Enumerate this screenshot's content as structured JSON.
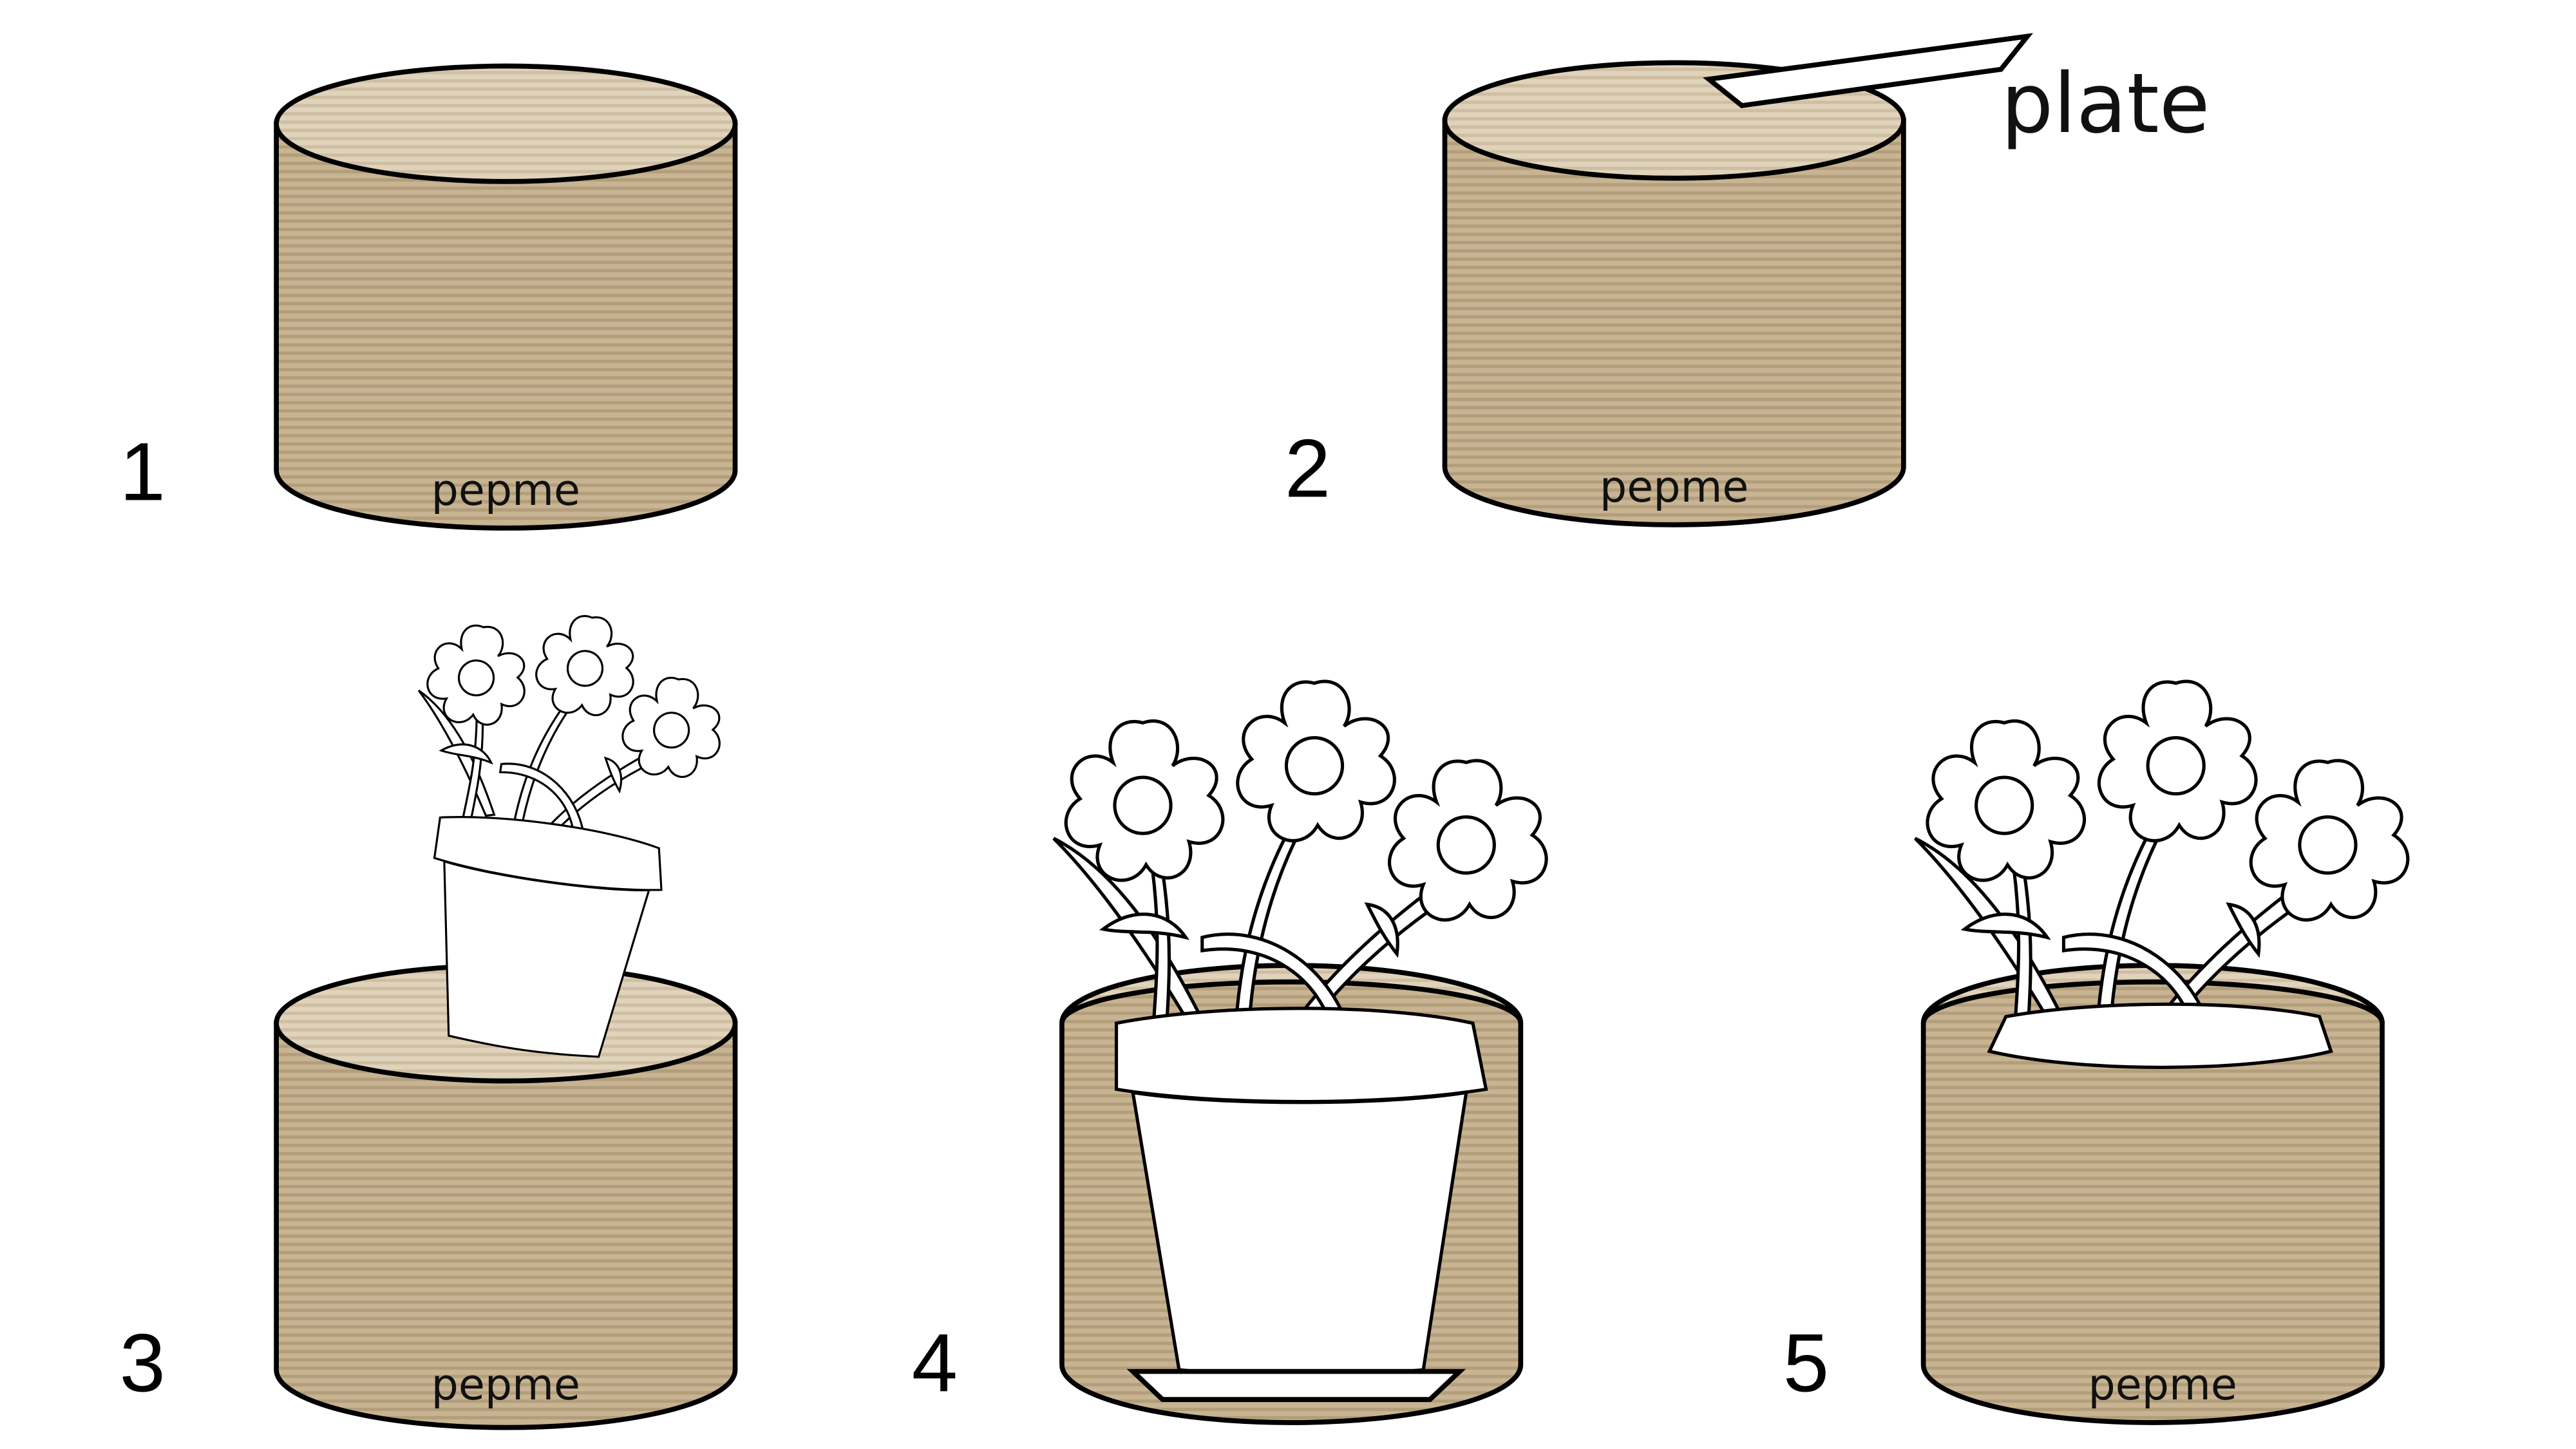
{
  "steps": [
    {
      "number": "1",
      "label": "pepme"
    },
    {
      "number": "2",
      "label": "pepme",
      "callout": "plate"
    },
    {
      "number": "3",
      "label": "pepme"
    },
    {
      "number": "4"
    },
    {
      "number": "5",
      "label": "pepme"
    }
  ],
  "colors": {
    "cardboard_side": "#c2ad8a",
    "cardboard_stripe": "#b09a76",
    "cardboard_top": "#dccdb4",
    "top_stripe": "#cdbb9c",
    "outline": "#000000"
  }
}
